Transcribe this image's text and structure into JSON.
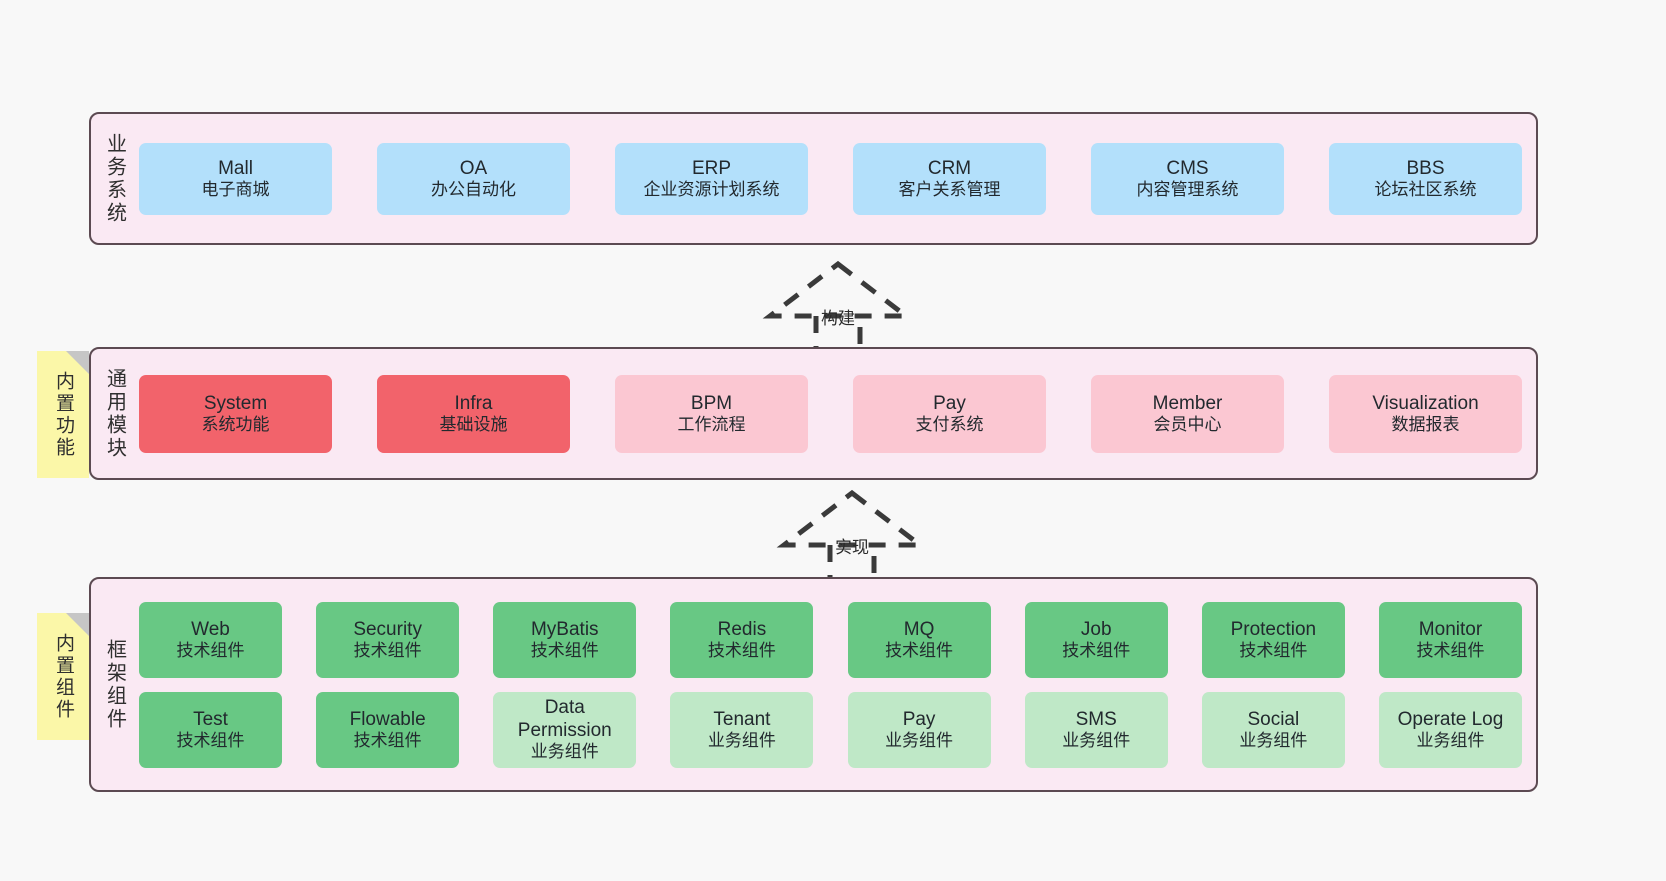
{
  "layers": [
    {
      "id": "business",
      "title": "业务系统",
      "cards": [
        {
          "name": "Mall",
          "desc": "电子商城"
        },
        {
          "name": "OA",
          "desc": "办公自动化"
        },
        {
          "name": "ERP",
          "desc": "企业资源计划系统"
        },
        {
          "name": "CRM",
          "desc": "客户关系管理"
        },
        {
          "name": "CMS",
          "desc": "内容管理系统"
        },
        {
          "name": "BBS",
          "desc": "论坛社区系统"
        }
      ]
    },
    {
      "id": "modules",
      "title": "通用模块",
      "note": "内置功能",
      "cards": [
        {
          "name": "System",
          "desc": "系统功能",
          "accent": true
        },
        {
          "name": "Infra",
          "desc": "基础设施",
          "accent": true
        },
        {
          "name": "BPM",
          "desc": "工作流程",
          "accent": false
        },
        {
          "name": "Pay",
          "desc": "支付系统",
          "accent": false
        },
        {
          "name": "Member",
          "desc": "会员中心",
          "accent": false
        },
        {
          "name": "Visualization",
          "desc": "数据报表",
          "accent": false
        }
      ]
    },
    {
      "id": "framework",
      "title": "框架组件",
      "note": "内置组件",
      "row1": [
        {
          "name": "Web",
          "desc": "技术组件",
          "tech": true
        },
        {
          "name": "Security",
          "desc": "技术组件",
          "tech": true
        },
        {
          "name": "MyBatis",
          "desc": "技术组件",
          "tech": true
        },
        {
          "name": "Redis",
          "desc": "技术组件",
          "tech": true
        },
        {
          "name": "MQ",
          "desc": "技术组件",
          "tech": true
        },
        {
          "name": "Job",
          "desc": "技术组件",
          "tech": true
        },
        {
          "name": "Protection",
          "desc": "技术组件",
          "tech": true
        },
        {
          "name": "Monitor",
          "desc": "技术组件",
          "tech": true
        }
      ],
      "row2": [
        {
          "name": "Test",
          "desc": "技术组件",
          "tech": true
        },
        {
          "name": "Flowable",
          "desc": "技术组件",
          "tech": true
        },
        {
          "name": "Data Permission",
          "desc": "业务组件",
          "tech": false
        },
        {
          "name": "Tenant",
          "desc": "业务组件",
          "tech": false
        },
        {
          "name": "Pay",
          "desc": "业务组件",
          "tech": false
        },
        {
          "name": "SMS",
          "desc": "业务组件",
          "tech": false
        },
        {
          "name": "Social",
          "desc": "业务组件",
          "tech": false
        },
        {
          "name": "Operate Log",
          "desc": "业务组件",
          "tech": false
        }
      ]
    }
  ],
  "arrows": [
    {
      "id": "build",
      "label": "构建"
    },
    {
      "id": "impl",
      "label": "实现"
    }
  ],
  "colors": {
    "background": "#f8f8f8",
    "panel_fill": "#fae9f3",
    "panel_border": "#5c4a52",
    "business_card": "#b3e0fb",
    "module_card": "#fbc7d2",
    "module_card_accent": "#f2636b",
    "framework_tech": "#68c884",
    "framework_business": "#bfe8c7",
    "note_fill": "#fbf7a8",
    "note_fold": "#c6c6c6",
    "arrow_stroke": "#3a3a3a"
  }
}
